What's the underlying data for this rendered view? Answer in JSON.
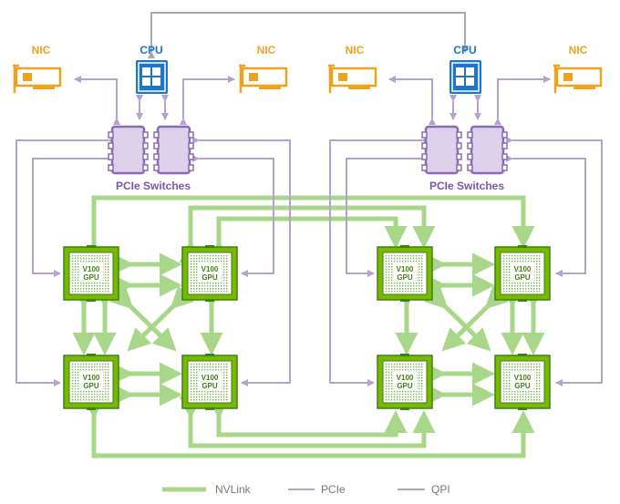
{
  "colors": {
    "nic": "#f0a21c",
    "cpu": "#1d74c8",
    "pcie_switch_fill": "#dcd0ea",
    "pcie_switch_stroke": "#8a6ab6",
    "pcie_line": "#b4a1d2",
    "pcie_text": "#7a56ad",
    "nvlink": "#a9d78a",
    "gpu_fill": "#76b900",
    "gpu_dark": "#3f7f14",
    "qpi": "#a9a9a9",
    "legend_text": "#777777"
  },
  "labels": {
    "nic": "NIC",
    "cpu": "CPU",
    "pcie_switches": "PCIe Switches",
    "gpu_line1": "V100",
    "gpu_line2": "GPU"
  },
  "legend": [
    {
      "label": "NVLink",
      "color": "#a9d78a"
    },
    {
      "label": "PCIe",
      "color": "#b4a1d2"
    },
    {
      "label": "QPI",
      "color": "#a9a9a9"
    }
  ]
}
